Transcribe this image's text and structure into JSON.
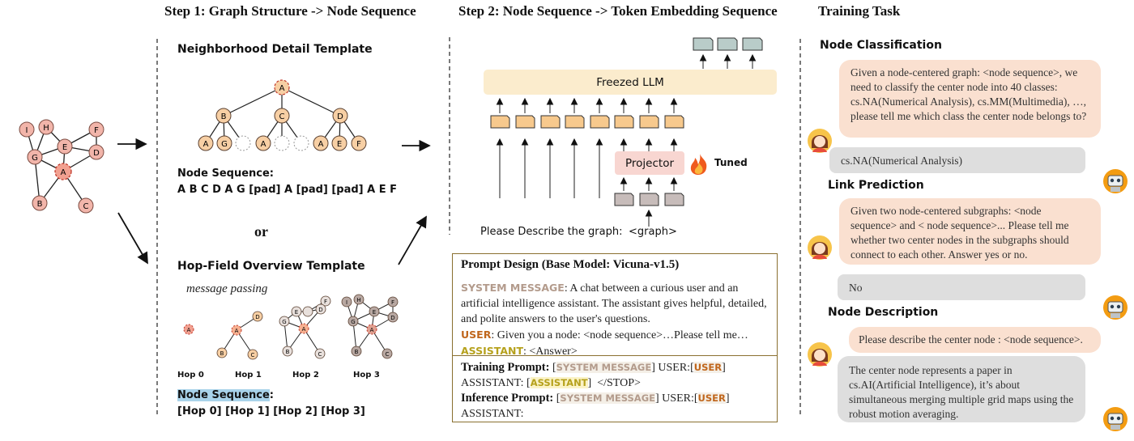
{
  "steps": {
    "step1": "Step 1:  Graph Structure -> Node Sequence",
    "step2": "Step 2:   Node Sequence -> Token Embedding Sequence",
    "step3": "Training Task"
  },
  "input_graph": {
    "nodes": [
      "I",
      "H",
      "F",
      "G",
      "E",
      "D",
      "A",
      "B",
      "C"
    ]
  },
  "neighborhood": {
    "title": "Neighborhood Detail Template",
    "root": "A",
    "level1": [
      "B",
      "C",
      "D"
    ],
    "level2": [
      "A",
      "G",
      "",
      "A",
      "",
      "",
      "A",
      "E",
      "F"
    ],
    "seq_label": "Node Sequence:",
    "seq_value": "A B C D A G [pad] A [pad] [pad] A E F"
  },
  "or_word": "or",
  "hopfield": {
    "title": "Hop-Field Overview Template",
    "message_passing": "message passing",
    "hops": [
      "Hop 0",
      "Hop 1",
      "Hop 2",
      "Hop 3"
    ],
    "seq_label": "Node Sequence",
    "seq_colon": ":",
    "seq_value": "[Hop 0] [Hop 1] [Hop 2] [Hop 3]"
  },
  "llm": {
    "frozen_label": "Freezed LLM",
    "projector_label": "Projector",
    "tuned_label": "Tuned",
    "describe_text": "Please Describe the graph:",
    "graph_token": "<graph>"
  },
  "prompt": {
    "title": "Prompt Design (Base Model: Vicuna-v1.5)",
    "system_tag": "SYSTEM MESSAGE",
    "system_text_1": ": A chat between a curious user and an",
    "system_text_2": "artificial intelligence assistant. The assistant gives helpful, detailed,",
    "system_text_3": "and polite answers to the user's questions.",
    "user_tag": "USER",
    "user_text": ":  Given you a node: <node sequence>…Please tell me…",
    "assistant_tag": "ASSISTANT",
    "assistant_text": ":   <Answer>",
    "training_label": "Training Prompt:",
    "inference_label": "Inference Prompt:",
    "user_colon": " USER:",
    "assistant_plain": "ASSISTANT:",
    "stop": "</STOP>"
  },
  "tasks": {
    "nc_title": "Node Classification",
    "nc_question": "Given a node-centered graph: <node sequence>, we need to classify the center node into 40 classes: cs.NA(Numerical Analysis), cs.MM(Multimedia), …, please tell me which class the center node belongs to?",
    "nc_answer": "cs.NA(Numerical Analysis)",
    "lp_title": "Link Prediction",
    "lp_question": "Given two node-centered subgraphs: <node sequence> and < node sequence>... Please tell me whether two center nodes in the subgraphs should connect to each other. Answer yes or no.",
    "lp_answer": "No",
    "nd_title": "Node Description",
    "nd_question": "Please describe the center node : <node sequence>.",
    "nd_answer": "The center node represents a paper in cs.AI(Artificial Intelligence), it’s about simultaneous merging multiple grid maps using the robust motion averaging."
  },
  "colors": {
    "pink_node": "#f2b5aa",
    "orange_node": "#f7cfa4",
    "gray_node": "#c9bcb6",
    "token_orange": "#f7c98d",
    "token_gray": "#c7bcba",
    "token_teal": "#b9ccc9",
    "llm_bar": "#fbeccd",
    "projector": "#f8d6d1",
    "human_bubble": "#fae0d0",
    "bot_bubble": "#dedede",
    "prompt_border": "#8a7030"
  }
}
